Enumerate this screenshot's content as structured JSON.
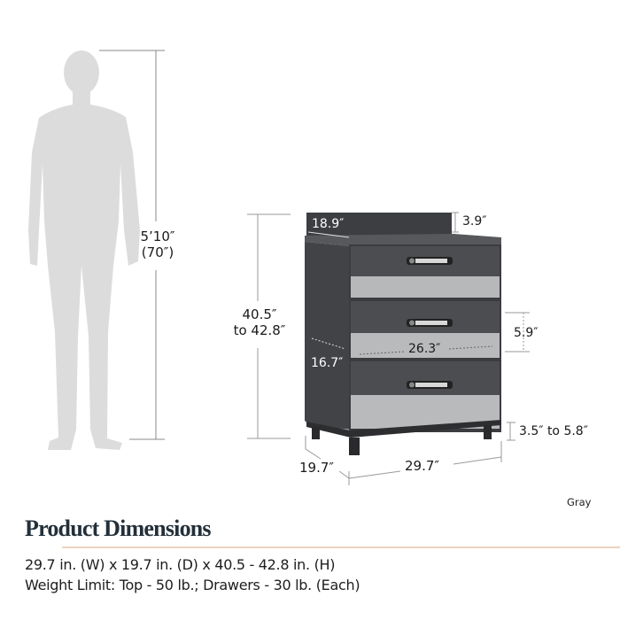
{
  "figure": {
    "person": {
      "height_label_line1": "5’10″",
      "height_label_line2": "(70″)"
    },
    "cabinet": {
      "overall_height_line1": "40.5″",
      "overall_height_line2": "to 42.8″",
      "top_depth": "18.9″",
      "backsplash_height": "3.9″",
      "drawer_height": "5.9″",
      "drawer_width": "26.3″",
      "drawer_depth": "16.7″",
      "leg_height": "3.5″ to 5.8″",
      "overall_depth": "19.7″",
      "overall_width": "29.7″",
      "drawer_count": 3
    },
    "colors": {
      "silhouette": "#dcdcdc",
      "cabinet_dark": "#4a4b4e",
      "cabinet_side": "#3e3f42",
      "drawer_panel_light": "#b9babc",
      "dimension_line": "#888888"
    }
  },
  "color_label": "Gray",
  "section": {
    "title": "Product Dimensions",
    "accent_color": "#ecd4bd",
    "specs": [
      "29.7 in. (W) x 19.7 in. (D) x 40.5 - 42.8 in. (H)",
      "Weight Limit: Top - 50 lb.; Drawers - 30 lb. (Each)"
    ]
  }
}
